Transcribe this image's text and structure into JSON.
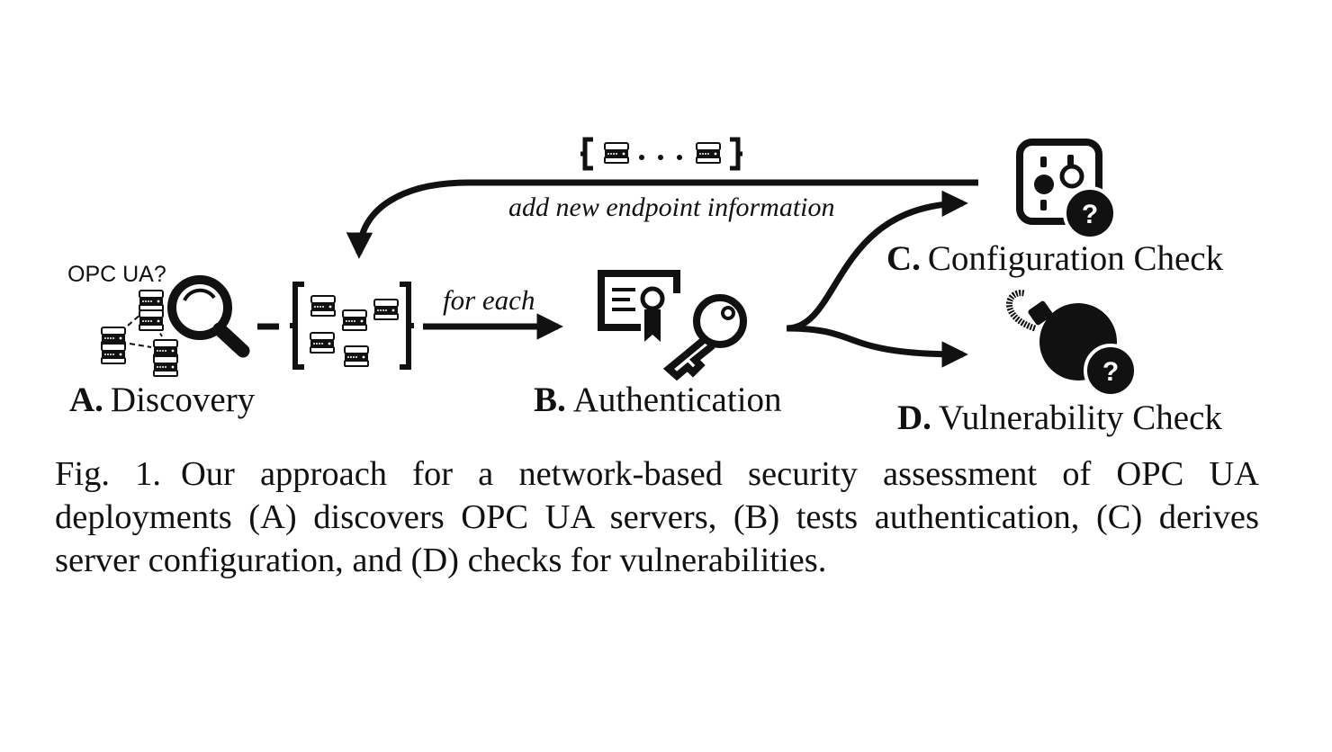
{
  "stages": {
    "a": {
      "letter": "A.",
      "name": "Discovery",
      "query": "OPC UA?"
    },
    "b": {
      "letter": "B.",
      "name": "Authentication"
    },
    "c": {
      "letter": "C.",
      "name": "Configuration Check"
    },
    "d": {
      "letter": "D.",
      "name": "Vulnerability Check"
    }
  },
  "edges": {
    "for_each": "for each",
    "add_new": "add new endpoint information"
  },
  "icons": {
    "discovery": "magnifier-servers-icon",
    "server_set": "server-set-icon",
    "authentication": "certificate-key-icon",
    "configuration": "config-panel-question-icon",
    "vulnerability": "bomb-question-icon",
    "new_endpoints": "endpoint-set-icon",
    "question_mark": "?"
  },
  "caption": {
    "label": "Fig. 1.",
    "text": "Our approach for a network-based security assessment of OPC UA deployments (A) discovers OPC UA servers, (B) tests authentication, (C) derives server configuration, and (D) checks for vulnerabilities."
  }
}
